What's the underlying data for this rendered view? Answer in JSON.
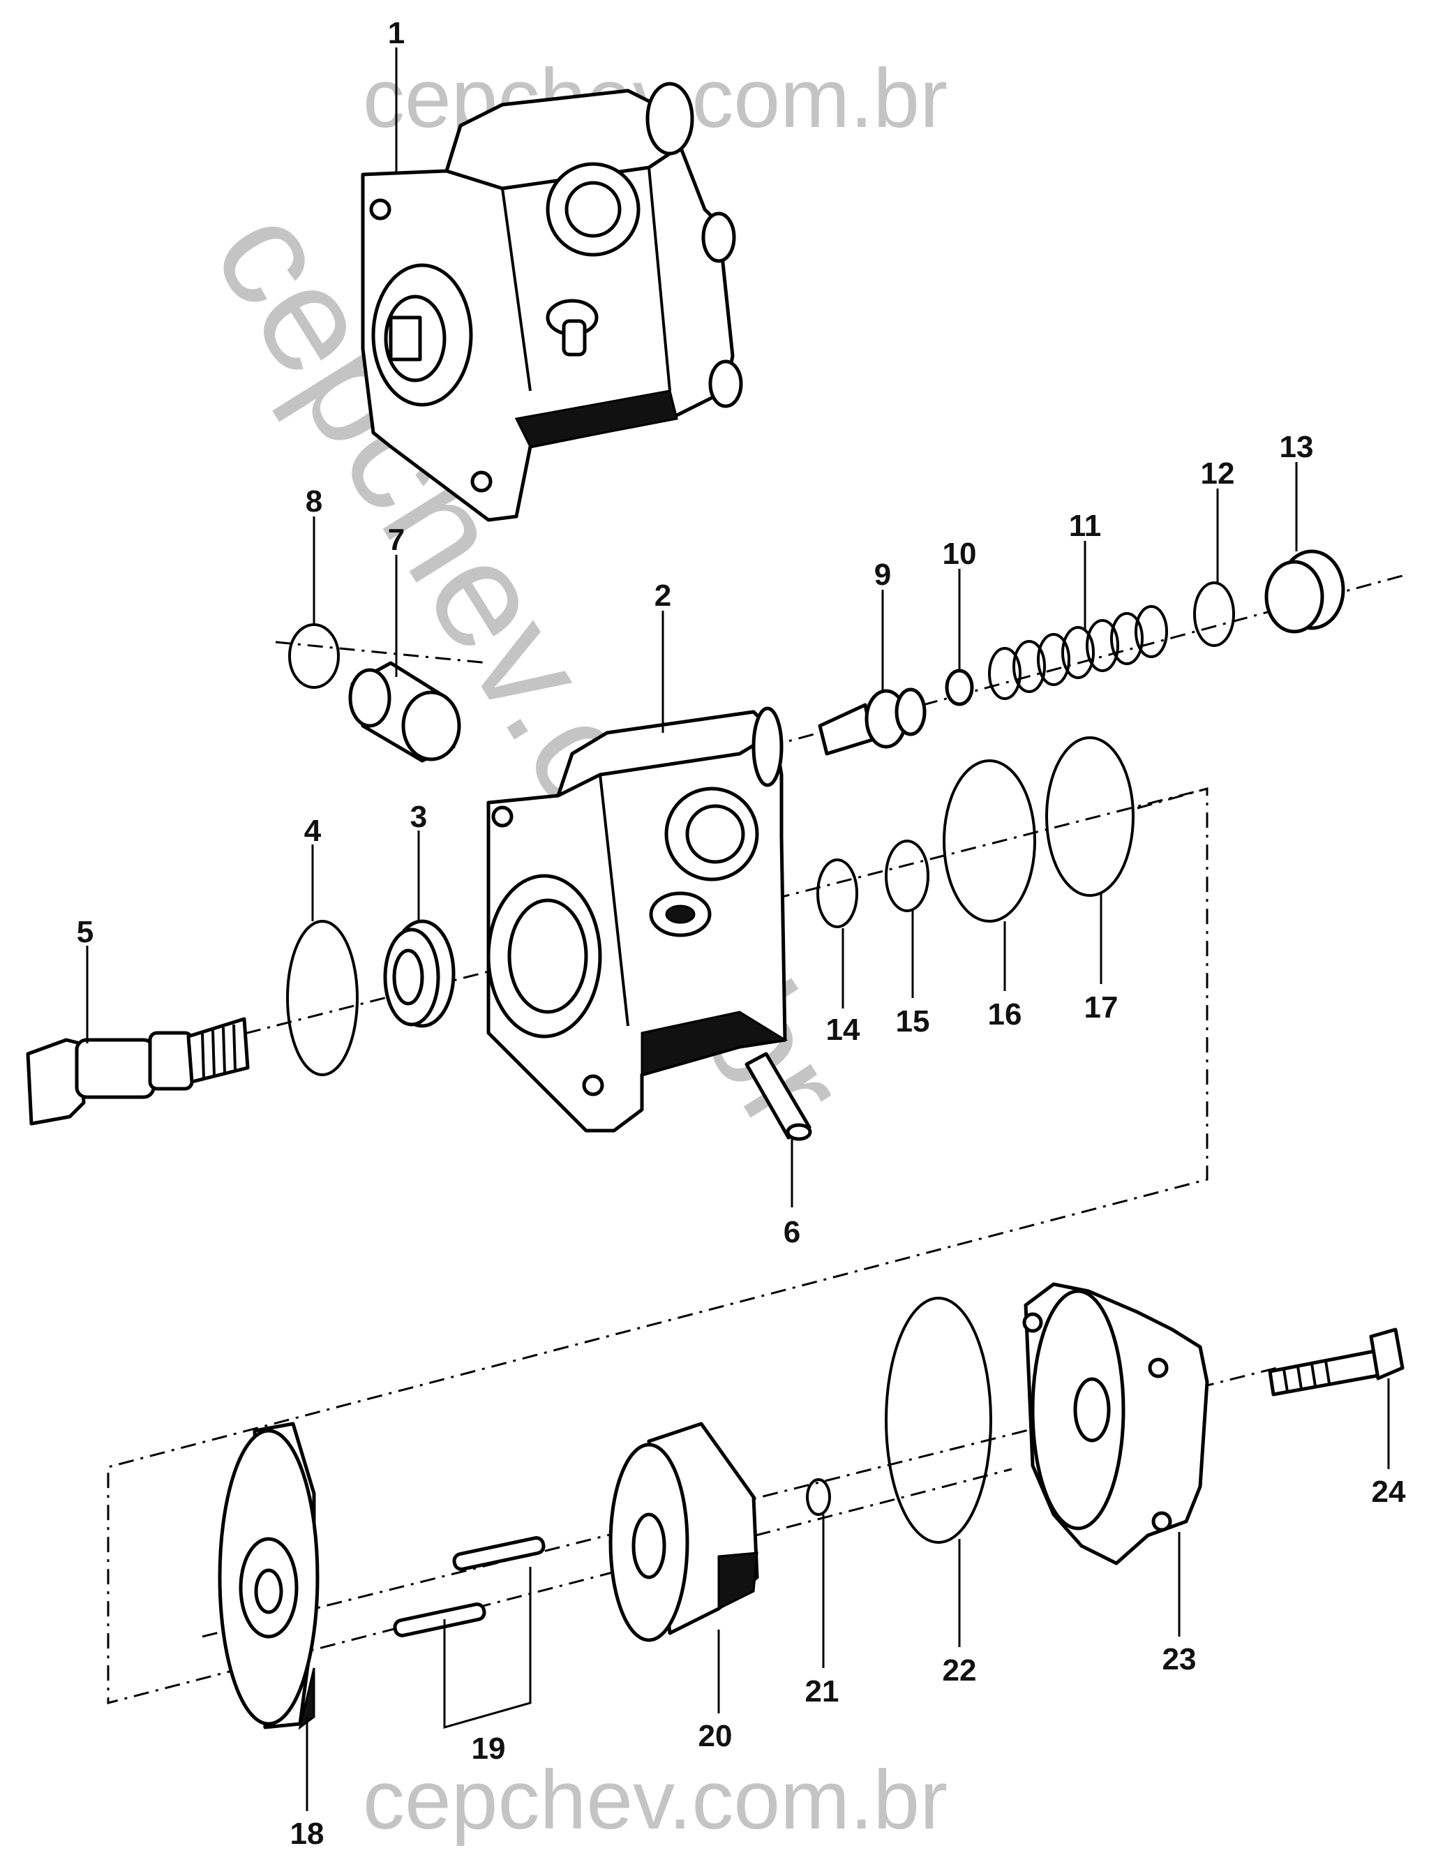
{
  "watermark": {
    "top": "cepchev.com.br",
    "bottom": "cepchev.com.br",
    "diagonal": "cepchev.com.br"
  },
  "callouts": [
    "1",
    "2",
    "3",
    "4",
    "5",
    "6",
    "7",
    "8",
    "9",
    "10",
    "11",
    "12",
    "13",
    "14",
    "15",
    "16",
    "17",
    "18",
    "19",
    "20",
    "21",
    "22",
    "23",
    "24"
  ],
  "colors": {
    "line": "#000000",
    "watermark": "#c4c4c4",
    "background": "#ffffff"
  }
}
